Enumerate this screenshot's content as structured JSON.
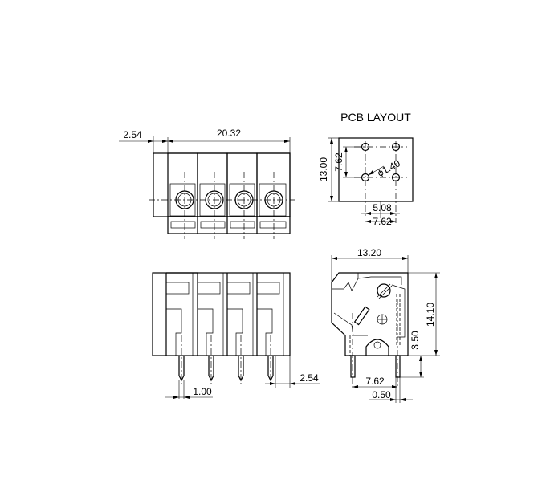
{
  "title": "PCB LAYOUT",
  "dims": {
    "pitch_top": "2.54",
    "width_top": "20.32",
    "pcb_height": "13.00",
    "pcb_pin_spacing_v": "7.62",
    "pcb_hole_dia": "ϕ1.40",
    "pcb_pin_spacing_h": "5.08",
    "pcb_pin_span_h": "7.62",
    "side_width": "13.20",
    "side_height": "14.10",
    "side_pin_length": "3.50",
    "side_pin_spacing": "7.62",
    "side_pin_thickness": "0.50",
    "front_pin_width": "1.00",
    "front_pitch": "2.54"
  }
}
